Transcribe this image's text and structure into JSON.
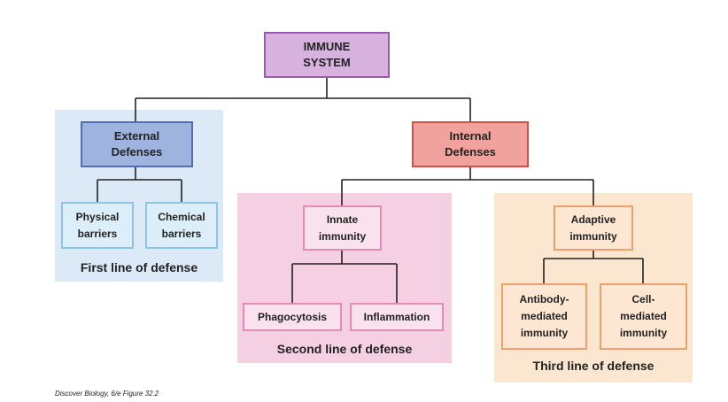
{
  "nodes": {
    "immune_system": "IMMUNE\nSYSTEM",
    "external_defenses": "External\nDefenses",
    "internal_defenses": "Internal\nDefenses",
    "physical_barriers": "Physical\nbarriers",
    "chemical_barriers": "Chemical\nbarriers",
    "innate_immunity": "Innate\nimmunity",
    "adaptive_immunity": "Adaptive\nimmunity",
    "phagocytosis": "Phagocytosis",
    "inflammation": "Inflammation",
    "antibody_mediated": "Antibody-\nmediated\nimmunity",
    "cell_mediated": "Cell-\nmediated\nimmunity"
  },
  "captions": {
    "first_line": "First line of defense",
    "second_line": "Second line of defense",
    "third_line": "Third line of defense"
  },
  "credit": "Discover Biology, 6/e Figure 32.2",
  "colors": {
    "root_fill": "#d7b2de",
    "root_border": "#9c5aac",
    "external_fill": "#9fb3df",
    "external_border": "#4f6eb4",
    "external_region": "#dceaf8",
    "external_leaf_fill": "#dceefa",
    "external_leaf_border": "#8ec3e3",
    "internal_fill": "#f1a29c",
    "internal_border": "#d0504a",
    "innate_region": "#f5d0e2",
    "innate_leaf_fill": "#f9e1ee",
    "innate_leaf_border": "#e48ab5",
    "adaptive_region": "#fbe7cf",
    "adaptive_leaf_fill": "#fde7d3",
    "adaptive_leaf_border": "#eda06a"
  }
}
